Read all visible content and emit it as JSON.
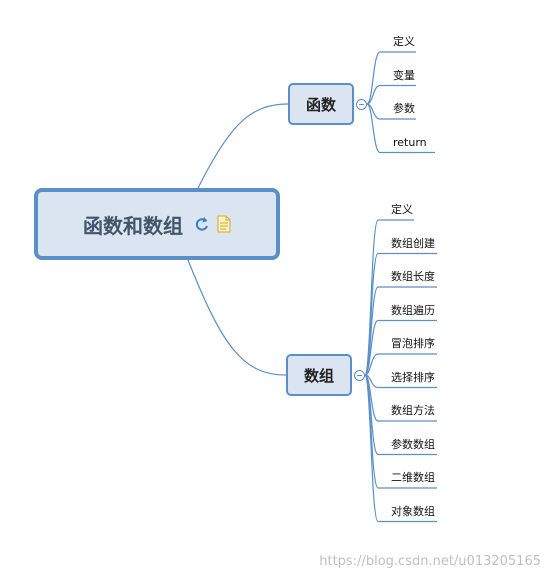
{
  "root": {
    "label": "函数和数组"
  },
  "branches": [
    {
      "label": "函数",
      "leaves": [
        "定义",
        "变量",
        "参数",
        "return"
      ]
    },
    {
      "label": "数组",
      "leaves": [
        "定义",
        "数组创建",
        "数组长度",
        "数组遍历",
        "冒泡排序",
        "选择排序",
        "数组方法",
        "参数数组",
        "二维数组",
        "对象数组"
      ]
    }
  ],
  "colors": {
    "line": "#5a8fc8",
    "node_fill": "#dbe5f1",
    "root_text": "#44546a"
  },
  "watermark": "https://blog.csdn.net/u013205165"
}
